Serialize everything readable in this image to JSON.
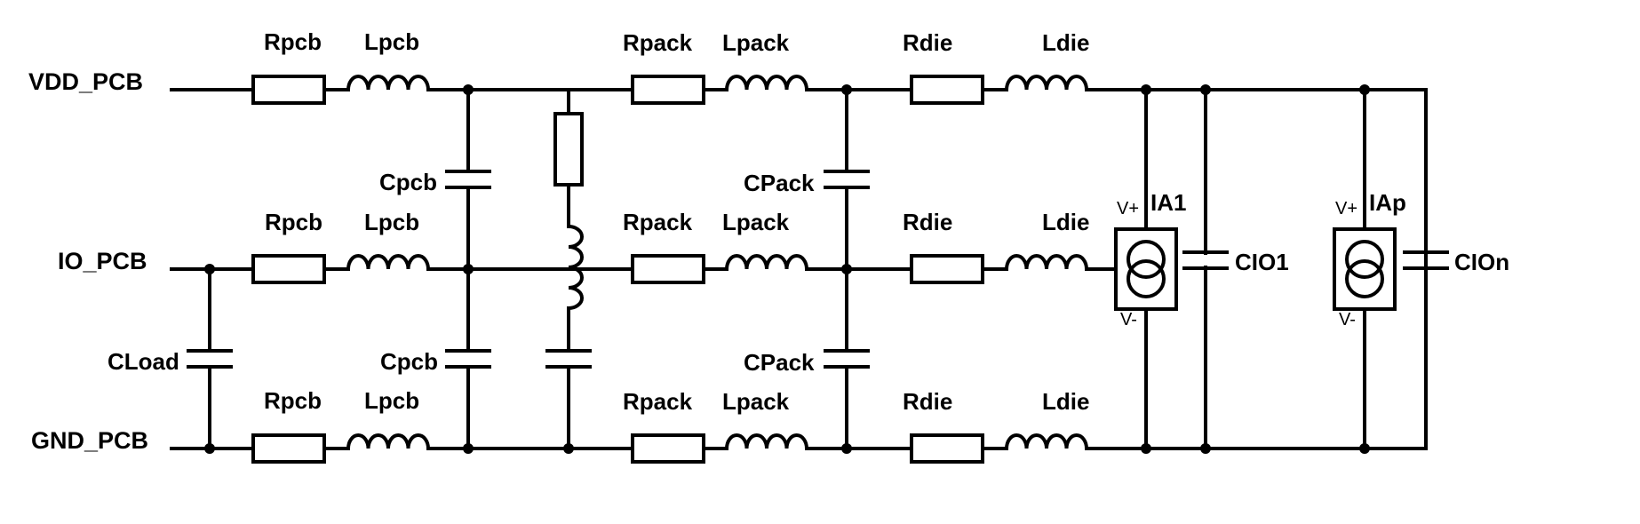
{
  "nets": {
    "vdd": "VDD_PCB",
    "io": "IO_PCB",
    "gnd": "GND_PCB"
  },
  "labels": {
    "rpcb": "Rpcb",
    "lpcb": "Lpcb",
    "rpack": "Rpack",
    "lpack": "Lpack",
    "rdie": "Rdie",
    "ldie": "Ldie",
    "cpcb": "Cpcb",
    "cpack": "CPack",
    "cload": "CLoad",
    "cio1": "CIO1",
    "cion": "CIOn",
    "ia1": "IA1",
    "iap": "IAp",
    "vplus": "V+",
    "vminus": "V-"
  }
}
